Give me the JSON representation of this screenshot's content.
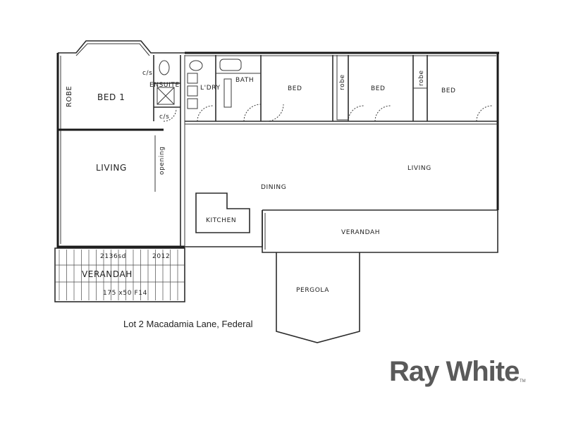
{
  "rooms": {
    "bed1": "BED 1",
    "robe_left": "ROBE",
    "cs_top": "c/s",
    "ensuite": "ENSUITE",
    "cs_bottom": "c/s",
    "laundry": "L'DRY",
    "bath": "BATH",
    "bed2": "BED",
    "robe_mid": "robe",
    "bed3": "BED",
    "robe_right": "robe",
    "bed4": "BED",
    "living_left": "LIVING",
    "opening": "opening",
    "dining": "DINING",
    "living_right": "LIVING",
    "kitchen": "KITCHEN",
    "verandah_right": "VERANDAH",
    "verandah_left": "VERANDAH",
    "pergola": "PERGOLA"
  },
  "dimensions": {
    "dim1": "2136sd",
    "dim2": "2012",
    "beam": "175 x50 F14"
  },
  "caption": "Lot 2 Macadamia Lane, Federal",
  "brand": {
    "name": "Ray White",
    "mark": "TM"
  }
}
